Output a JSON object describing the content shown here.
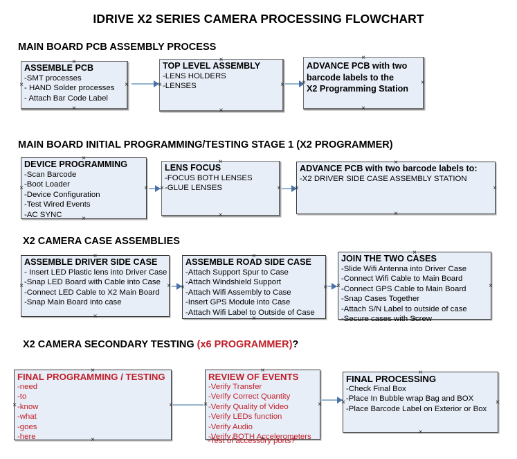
{
  "document": {
    "title": "IDRIVE X2  SERIES CAMERA PROCESSING FLOWCHART",
    "accent_color": "#c0202a",
    "box_fill": "#e8eef7",
    "box_border": "#3a3a3a",
    "connector_color": "#93b3cc",
    "arrow_color": "#4a72a8"
  },
  "sections": [
    {
      "id": "main-board-pcb-assembly-process",
      "header": "MAIN BOARD PCB ASSEMBLY PROCESS",
      "header_accent": "",
      "header_tail": ""
    },
    {
      "id": "main-board-initial-programming",
      "header": "MAIN BOARD INITIAL PROGRAMMING/TESTING STAGE 1 (X2 PROGRAMMER)",
      "header_accent": "",
      "header_tail": ""
    },
    {
      "id": "x2-camera-case-assemblies",
      "header": "X2 CAMERA CASE ASSEMBLIES",
      "header_accent": "",
      "header_tail": ""
    },
    {
      "id": "x2-camera-secondary-testing",
      "header": "X2 CAMERA SECONDARY TESTING ",
      "header_accent": "(x6 PROGRAMMER)",
      "header_tail": "?"
    }
  ],
  "boxes": [
    {
      "id": "assemble-pcb",
      "title": "ASSEMBLE PCB",
      "title_color": "black",
      "lines": [
        "-SMT processes",
        "- HAND Solder processes",
        "- Attach Bar Code Label"
      ]
    },
    {
      "id": "top-level-assembly",
      "title": "TOP LEVEL ASSEMBLY",
      "title_color": "black",
      "lines": [
        "-LENS HOLDERS",
        "-LENSES"
      ]
    },
    {
      "id": "advance-pcb-programming-station",
      "title": "",
      "title_color": "black",
      "lines": [
        "ADVANCE PCB with two",
        "barcode labels to the",
        " X2 Programming Station"
      ]
    },
    {
      "id": "device-programming",
      "title": "DEVICE PROGRAMMING",
      "title_color": "black",
      "lines": [
        "-Scan Barcode",
        "-Boot Loader",
        "-Device Configuration",
        "-Test Wired Events",
        "-AC SYNC"
      ]
    },
    {
      "id": "lens-focus",
      "title": "LENS FOCUS",
      "title_color": "black",
      "lines": [
        "-FOCUS BOTH LENSES",
        "-GLUE LENSES"
      ]
    },
    {
      "id": "advance-pcb-driver-side-case",
      "title": "ADVANCE PCB with two barcode labels to:",
      "title_color": "black",
      "lines": [
        "-X2 DRIVER  SIDE  CASE  ASSEMBLY STATION"
      ]
    },
    {
      "id": "assemble-driver-side-case",
      "title": "ASSEMBLE DRIVER SIDE CASE",
      "title_color": "black",
      "lines": [
        "- Insert LED Plastic lens into Driver Case",
        "-Snap LED Board with Cable into Case",
        "-Connect LED Cable to X2 Main Board",
        "-Snap Main Board into case"
      ]
    },
    {
      "id": "assemble-road-side-case",
      "title": "ASSEMBLE ROAD SIDE CASE",
      "title_color": "black",
      "lines": [
        "-Attach Support Spur to Case",
        "-Attach Windshield Support",
        "-Attach Wifi Assembly to Case",
        "-Insert GPS Module into Case",
        "-Attach Wifi Label to Outside of Case"
      ]
    },
    {
      "id": "join-the-two-cases",
      "title": "JOIN THE TWO CASES",
      "title_color": "black",
      "lines": [
        "-Slide Wifi Antenna into Driver Case",
        "-Connect Wifi Cable to Main Board",
        "-Connect GPS Cable to Main Board",
        "-Snap Cases Together",
        "-Attach S/N Label to outside of case",
        "-Secure cases with Screw"
      ]
    },
    {
      "id": "final-programming-testing",
      "title": "FINAL PROGRAMMING / TESTING",
      "title_color": "red",
      "lines": [
        "-need",
        "-to",
        "-know",
        "-what",
        "-goes",
        "-here"
      ]
    },
    {
      "id": "review-of-events",
      "title": "REVIEW OF EVENTS",
      "title_color": "red",
      "lines": [
        "-Verify Transfer",
        "-Verify Correct Quantity",
        "-Verify Quality of Video",
        "-Verify LEDs function",
        "-Verify Audio",
        "-Verify BOTH Accelerometers"
      ],
      "overflow_line": "-Test of accessory ports?"
    },
    {
      "id": "final-processing",
      "title": "FINAL PROCESSING",
      "title_color": "black",
      "lines": [
        " -Check Final Box",
        "-Place In Bubble wrap Bag and BOX",
        "-Place Barcode Label on Exterior or Box"
      ]
    }
  ]
}
